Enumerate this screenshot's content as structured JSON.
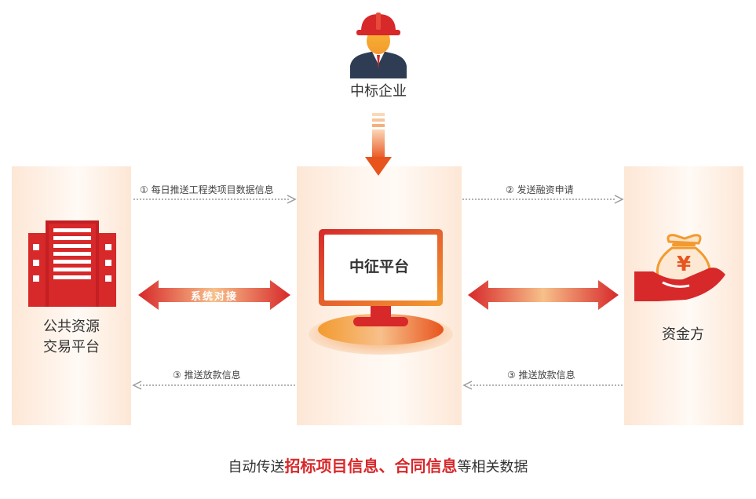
{
  "nodes": {
    "enterprise": {
      "label": "中标企业"
    },
    "platform": {
      "label": "中征平台"
    },
    "public": {
      "label_line1": "公共资源",
      "label_line2": "交易平台"
    },
    "funder": {
      "label": "资金方"
    }
  },
  "flows": {
    "daily_push": "① 每日推送工程类项目数据信息",
    "financing": "② 发送融资申请",
    "loan_left": "③ 推送放款信息",
    "loan_right": "③ 推送放款信息",
    "system_link": "系统对接"
  },
  "icons": {
    "currency": "¥"
  },
  "caption": {
    "prefix": "自动传送",
    "highlight1": "招标项目信息、",
    "highlight2": "合同信息",
    "suffix": "等相关数据"
  },
  "colors": {
    "accent_red": "#d7282a",
    "accent_orange": "#f39a2f"
  }
}
